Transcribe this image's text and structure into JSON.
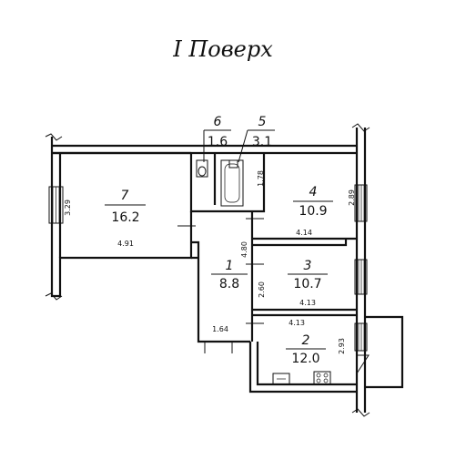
{
  "floor_title": "I  Поверх",
  "rooms": [
    {
      "number": "7",
      "area": "16.2"
    },
    {
      "number": "6",
      "area": "1.6"
    },
    {
      "number": "5",
      "area": "3.1"
    },
    {
      "number": "4",
      "area": "10.9"
    },
    {
      "number": "1",
      "area": "8.8"
    },
    {
      "number": "3",
      "area": "10.7"
    },
    {
      "number": "2",
      "area": "12.0"
    }
  ],
  "dimensions": {
    "room7_height": "3.29",
    "room7_width": "4.91",
    "room5_depth": "1.78",
    "room4_height": "2.89",
    "room4_width": "4.14",
    "corridor_length": "4.80",
    "corridor_width": "2.60",
    "room3_width": "4.13",
    "room2_width": "4.13",
    "room2_height": "2.93",
    "hall_width": "1.64"
  }
}
